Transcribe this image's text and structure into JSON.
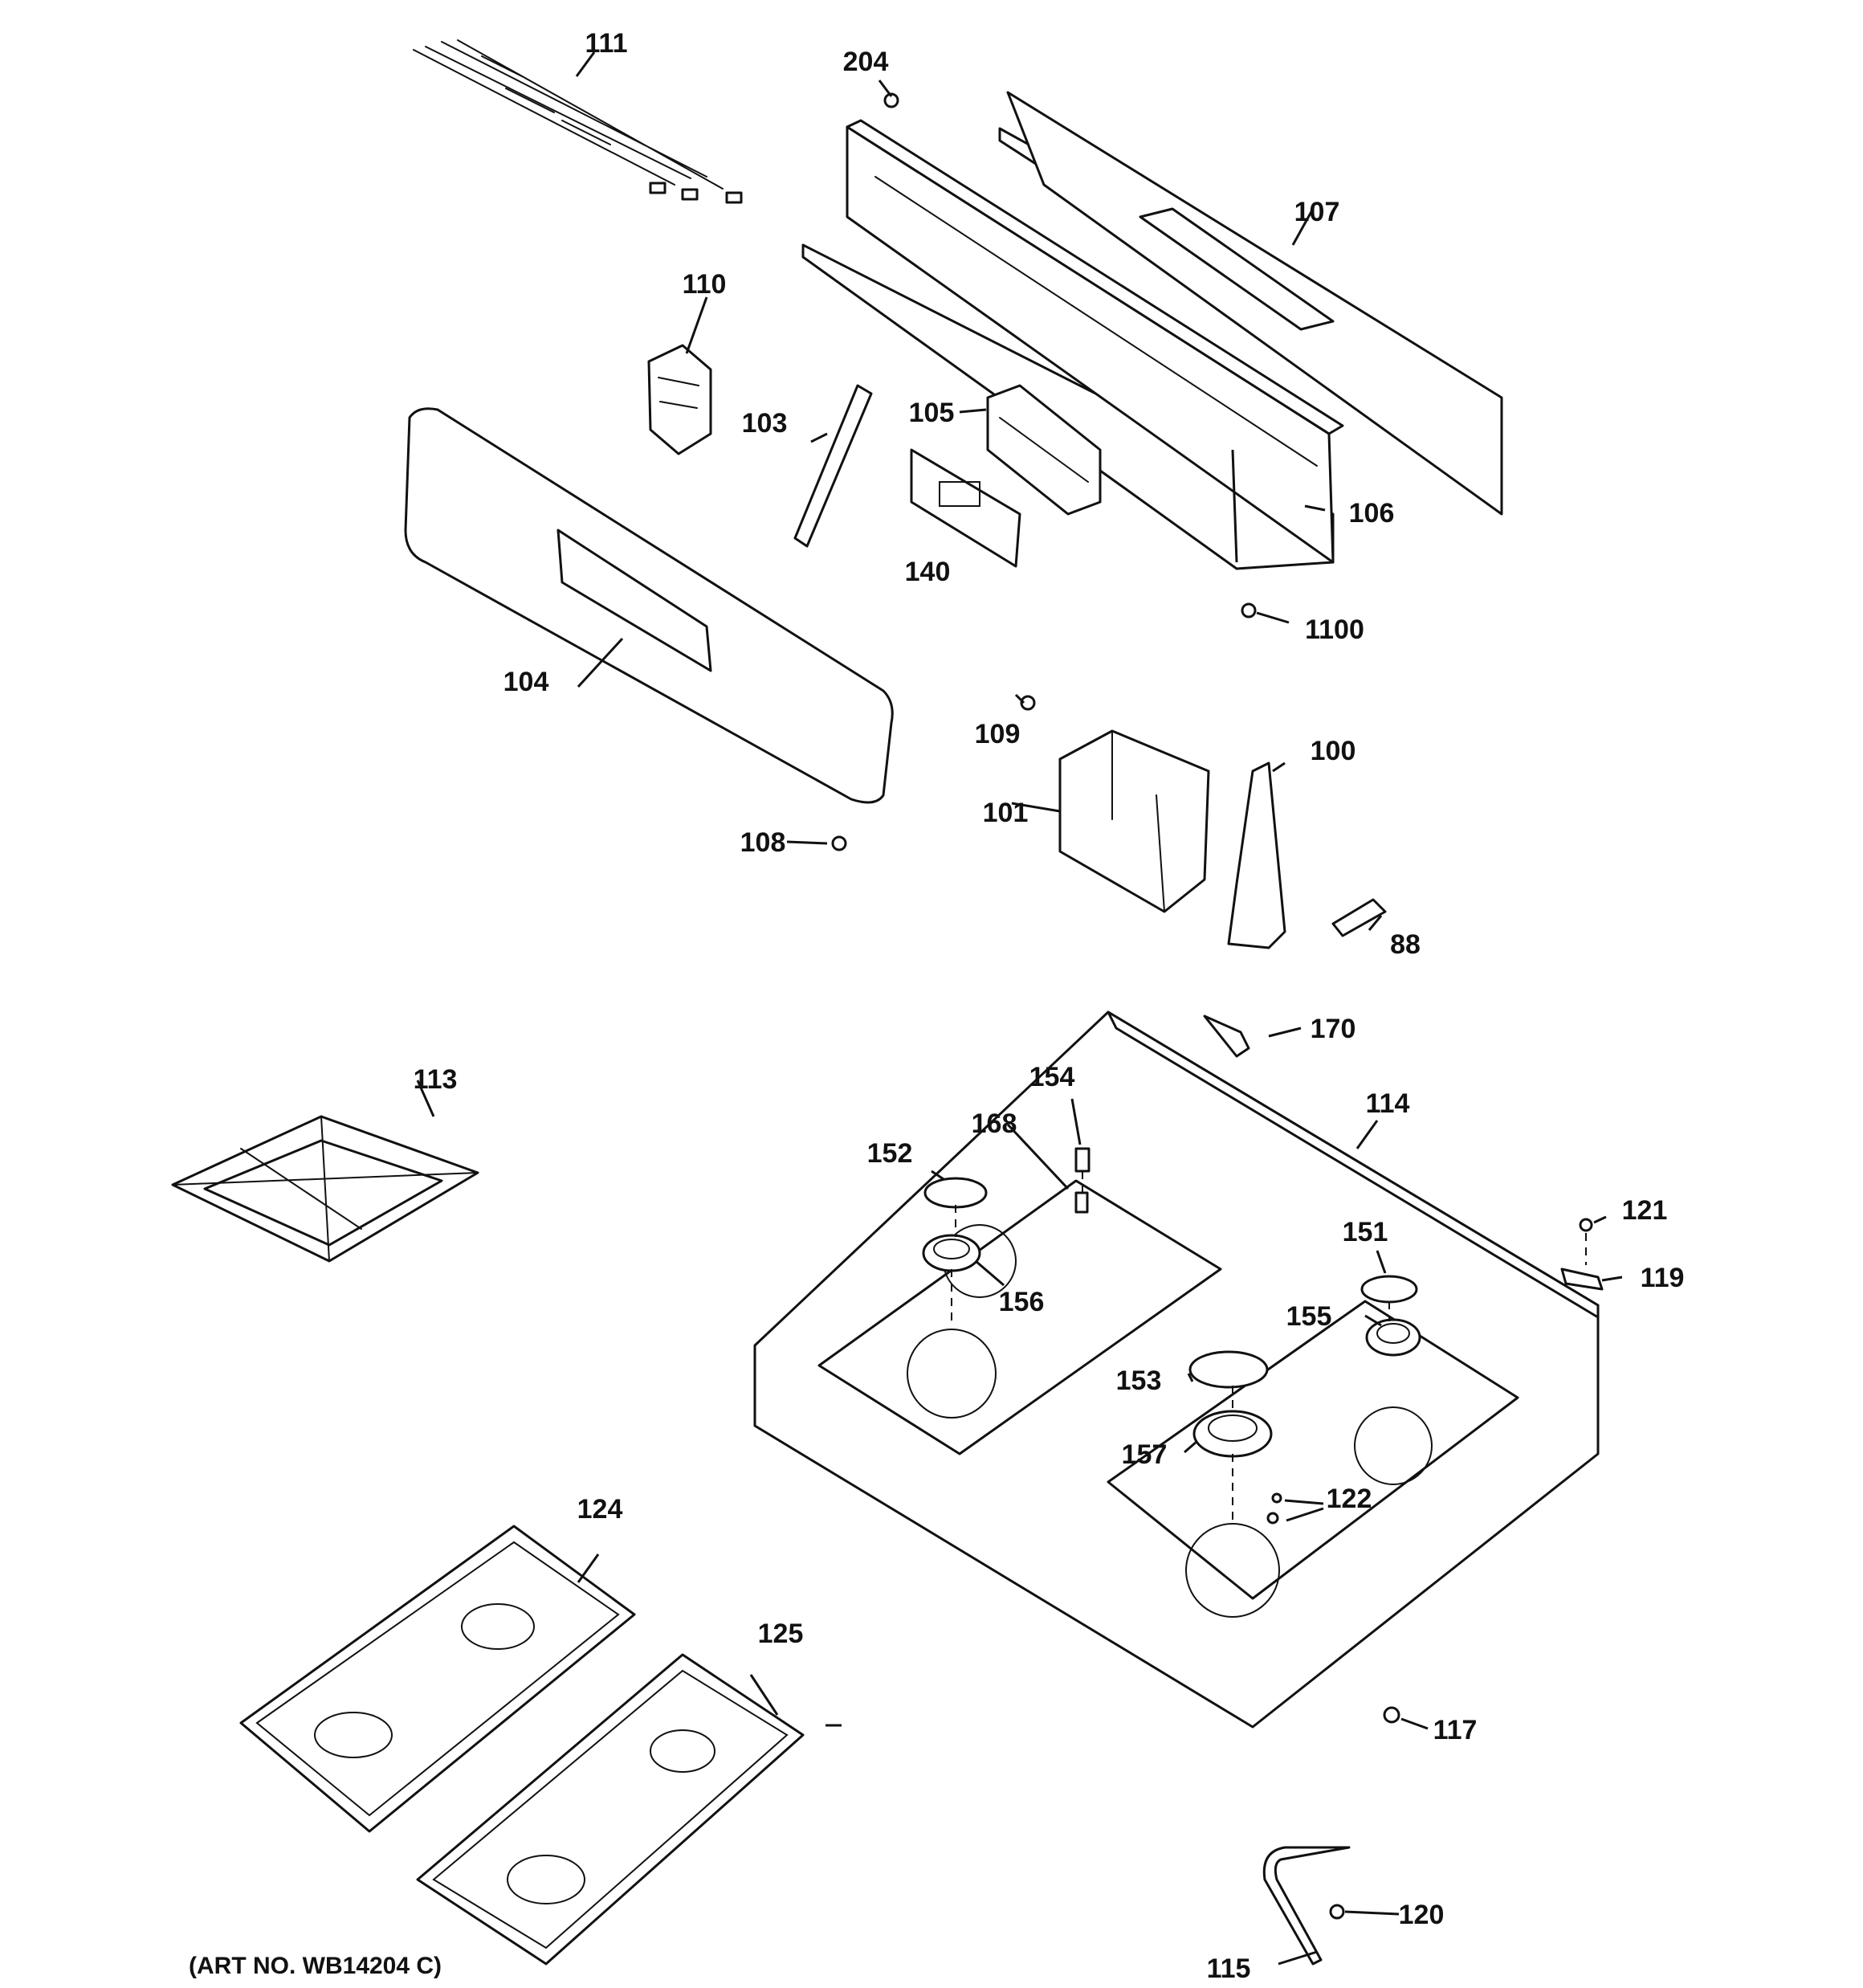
{
  "diagram": {
    "caption": "(ART NO. WB14204 C)",
    "callouts": {
      "p111": "111",
      "p204": "204",
      "p107": "107",
      "p110": "110",
      "p103": "103",
      "p105": "105",
      "p106": "106",
      "p140": "140",
      "p1100": "1100",
      "p104": "104",
      "p109": "109",
      "p100": "100",
      "p101": "101",
      "p108": "108",
      "p88": "88",
      "p170": "170",
      "p113": "113",
      "p154": "154",
      "p114": "114",
      "p168": "168",
      "p152": "152",
      "p121": "121",
      "p151": "151",
      "p119": "119",
      "p156": "156",
      "p155": "155",
      "p153": "153",
      "p157": "157",
      "p122": "122",
      "p124": "124",
      "p125": "125",
      "p117": "117",
      "p120": "120",
      "p115": "115"
    }
  }
}
